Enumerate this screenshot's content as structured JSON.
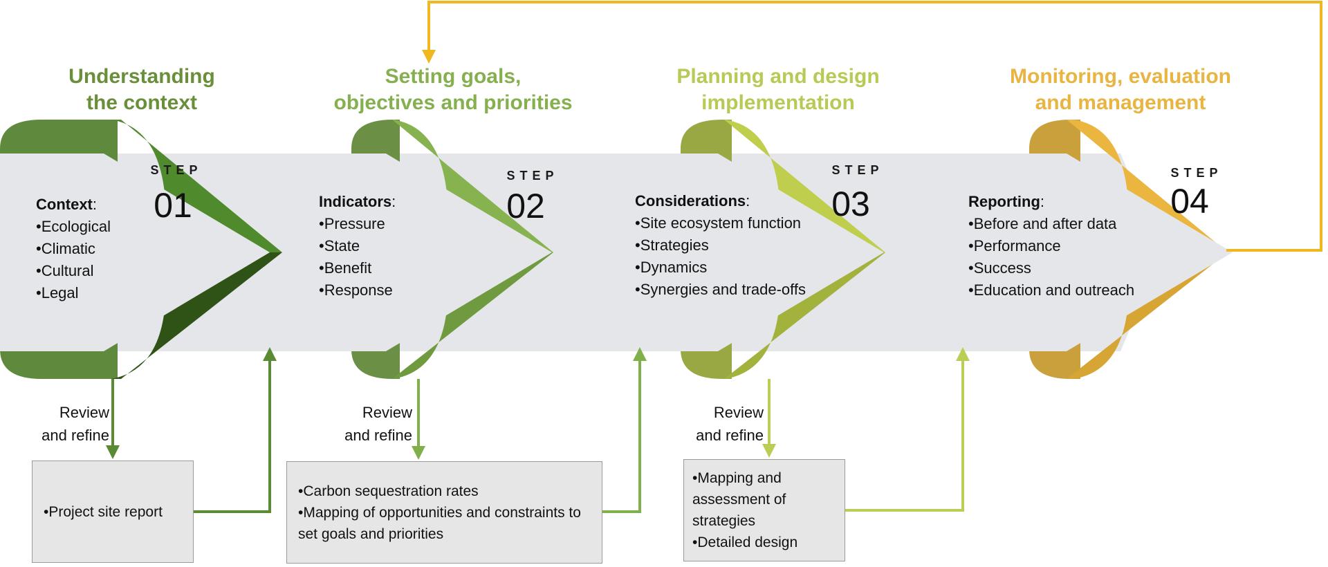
{
  "steps": [
    {
      "title": "Understanding\nthe context",
      "title_color": "#6a8f3b",
      "step_label": "STEP",
      "number": "01",
      "block_title": "Context",
      "block_suffix": ":",
      "items": [
        "Ecological",
        "Climatic",
        "Cultural",
        "Legal"
      ],
      "review": "Review\nand refine",
      "box_items": [
        "Project site report"
      ],
      "colors": {
        "main": "#4f8a2c",
        "dark": "#2f5216",
        "light": "#5f8a3e",
        "line": "#5b8a34"
      }
    },
    {
      "title": "Setting goals,\nobjectives and priorities",
      "title_color": "#86b04f",
      "step_label": "STEP",
      "number": "02",
      "block_title": "Indicators",
      "block_suffix": ":",
      "items": [
        "Pressure",
        "State",
        "Benefit",
        "Response"
      ],
      "review": "Review\nand refine",
      "box_items": [
        "Carbon sequestration rates",
        "Mapping of opportunities and constraints to set goals and priorities"
      ],
      "colors": {
        "main": "#86b350",
        "dark": "#6f9a3f",
        "light": "#6b8f44",
        "line": "#80b04a"
      }
    },
    {
      "title": "Planning  and design\nimplementation",
      "title_color": "#b9c955",
      "step_label": "STEP",
      "number": "03",
      "block_title": "Considerations",
      "block_suffix": ":",
      "items": [
        "Site ecosystem function",
        "Strategies",
        "Dynamics",
        "Synergies and trade-offs"
      ],
      "review": "Review\nand refine",
      "box_items": [
        "Mapping and assessment of strategies",
        "Detailed design"
      ],
      "colors": {
        "main": "#bfce4c",
        "dark": "#a3b23c",
        "light": "#9aa844",
        "line": "#bccd55"
      }
    },
    {
      "title": "Monitoring, evaluation\nand management",
      "title_color": "#e8b442",
      "step_label": "STEP",
      "number": "04",
      "block_title": "Reporting",
      "block_suffix": ":",
      "items": [
        "Before and after data",
        "Performance",
        "Success",
        "Education and outreach"
      ],
      "colors": {
        "main": "#eab640",
        "dark": "#d7a534",
        "light": "#caa03c",
        "line": "#f0b820"
      }
    }
  ],
  "colors": {
    "band": "#e5e6ea",
    "feedback": "#f0b820"
  }
}
